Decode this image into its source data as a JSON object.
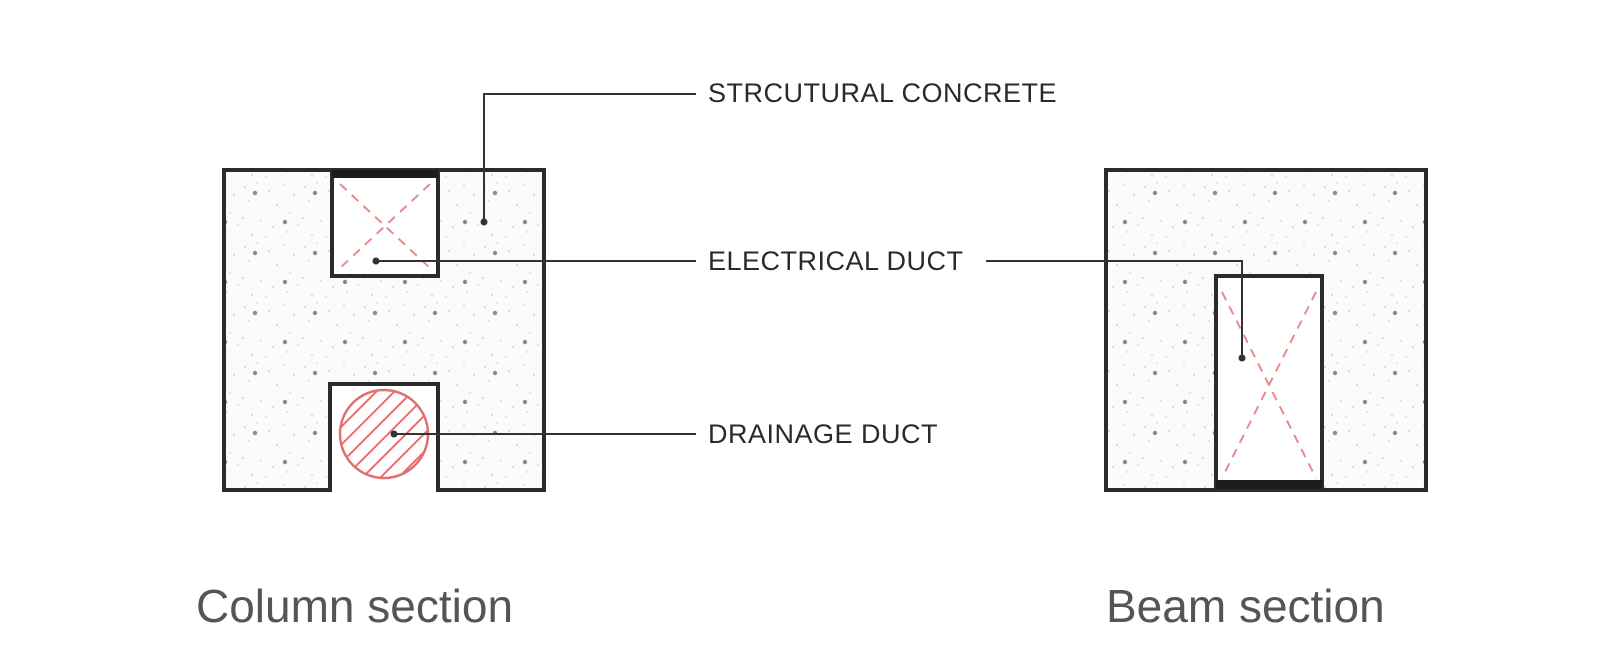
{
  "callouts": {
    "structural_concrete": "STRCUTURAL CONCRETE",
    "electrical_duct": "ELECTRICAL DUCT",
    "drainage_duct": "DRAINAGE DUCT"
  },
  "captions": {
    "column": "Column section",
    "beam": "Beam section"
  },
  "colors": {
    "outline": "#2b2b2b",
    "duct_marking": "#e07070",
    "caption_text": "#555555"
  }
}
